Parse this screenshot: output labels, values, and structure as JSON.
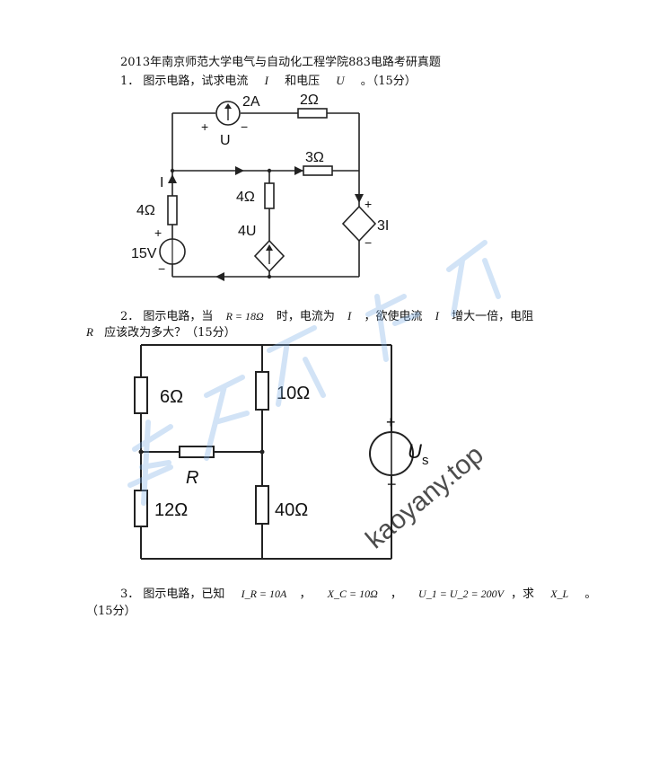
{
  "title": "2013年南京师范大学电气与自动化工程学院883电路考研真题",
  "q1": {
    "number": "1．",
    "text_a": "图示电路，试求电流",
    "var_i": "I",
    "text_b": "和电压",
    "var_u": "U",
    "text_c": "。（15分）",
    "circuit": {
      "label_2A": "2A",
      "label_plus_top": "+",
      "label_minus_top": "−",
      "label_U": "U",
      "label_2ohm": "2Ω",
      "label_3ohm": "3Ω",
      "label_I": "I",
      "label_4ohm_left": "4Ω",
      "label_4ohm_mid": "4Ω",
      "label_4U": "4U",
      "label_plus_src": "+",
      "label_15V": "15V",
      "label_minus_src": "−",
      "label_plus_dep": "+",
      "label_3I": "3I",
      "label_minus_dep": "−"
    }
  },
  "q2": {
    "number": "2．",
    "text_a": "图示电路，当",
    "cond": "R = 18Ω",
    "text_b": "时，电流为",
    "var_i": "I",
    "text_c": "，欲使电流",
    "var_i2": "I",
    "text_d": "增大一倍，电阻",
    "var_r": "R",
    "text_e": "应该改为多大？（15分）",
    "circuit": {
      "label_6ohm": "6Ω",
      "label_10ohm": "10Ω",
      "label_R": "R",
      "label_12ohm": "12Ω",
      "label_40ohm": "40Ω",
      "label_plus": "+",
      "label_Us": "U",
      "label_Us_sub": "s",
      "label_minus": "−"
    }
  },
  "q3": {
    "number": "3．",
    "text_a": "图示电路，已知",
    "eq1": "I_R = 10A",
    "sep1": "，",
    "eq2": "X_C = 10Ω",
    "sep2": "，",
    "eq3": "U_1 = U_2 = 200V",
    "text_b": "，求",
    "eq4": "X_L",
    "text_c": "。",
    "text_d": "（15分）"
  },
  "watermark": {
    "text": "kaoyany.top",
    "color": "#7fb2e8"
  }
}
